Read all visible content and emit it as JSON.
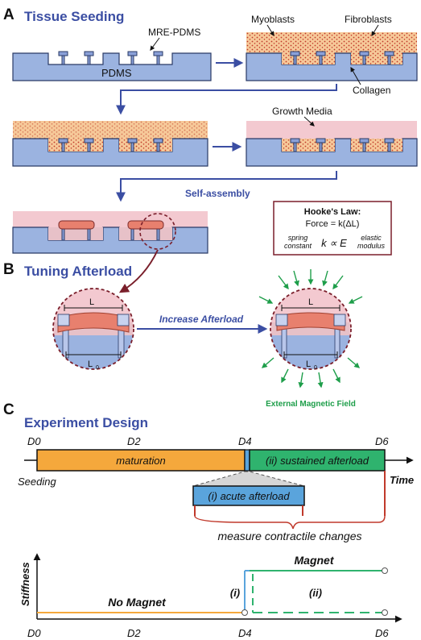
{
  "panelA": {
    "letter": "A",
    "title": "Tissue Seeding",
    "labels": {
      "mre_pdms": "MRE-PDMS",
      "pdms": "PDMS",
      "myoblasts": "Myoblasts",
      "fibroblasts": "Fibroblasts",
      "collagen": "Collagen",
      "growth_media": "Growth Media",
      "self_assembly": "Self-assembly"
    },
    "hooke": {
      "title": "Hooke's Law:",
      "force": "Force = k(ΔL)",
      "spring1": "spring",
      "spring2": "constant",
      "relation": "k ∝ E",
      "elastic1": "elastic",
      "elastic2": "modulus"
    }
  },
  "panelB": {
    "letter": "B",
    "title": "Tuning Afterload",
    "increase": "Increase Afterload",
    "L": "L",
    "L0": "L",
    "L0_sub": "0",
    "field": "External Magnetic Field"
  },
  "panelC": {
    "letter": "C",
    "title": "Experiment Design",
    "timeline": {
      "days": [
        "D0",
        "D2",
        "D4",
        "D6"
      ],
      "seeding": "Seeding",
      "time": "Time",
      "maturation": "maturation",
      "sustained": "(ii) sustained afterload",
      "acute": "(i) acute afterload",
      "measure": "measure contractile changes"
    },
    "plot": {
      "ylabel": "Stiffness",
      "magnet": "Magnet",
      "no_magnet": "No Magnet",
      "i": "(i)",
      "ii": "(ii)",
      "xticks": [
        "D0",
        "D2",
        "D4",
        "D6"
      ]
    }
  },
  "colors": {
    "title_blue": "#3b4ea3",
    "pdms_blue": "#9bb3e0",
    "cell_orange": "#f6c999",
    "media_pink": "#f3c9d0",
    "dark_red": "#7a1f2b",
    "green": "#1e9e4a",
    "maturation": "#f5a83c",
    "sustained": "#2fb36e",
    "acute": "#5aa4dc"
  }
}
